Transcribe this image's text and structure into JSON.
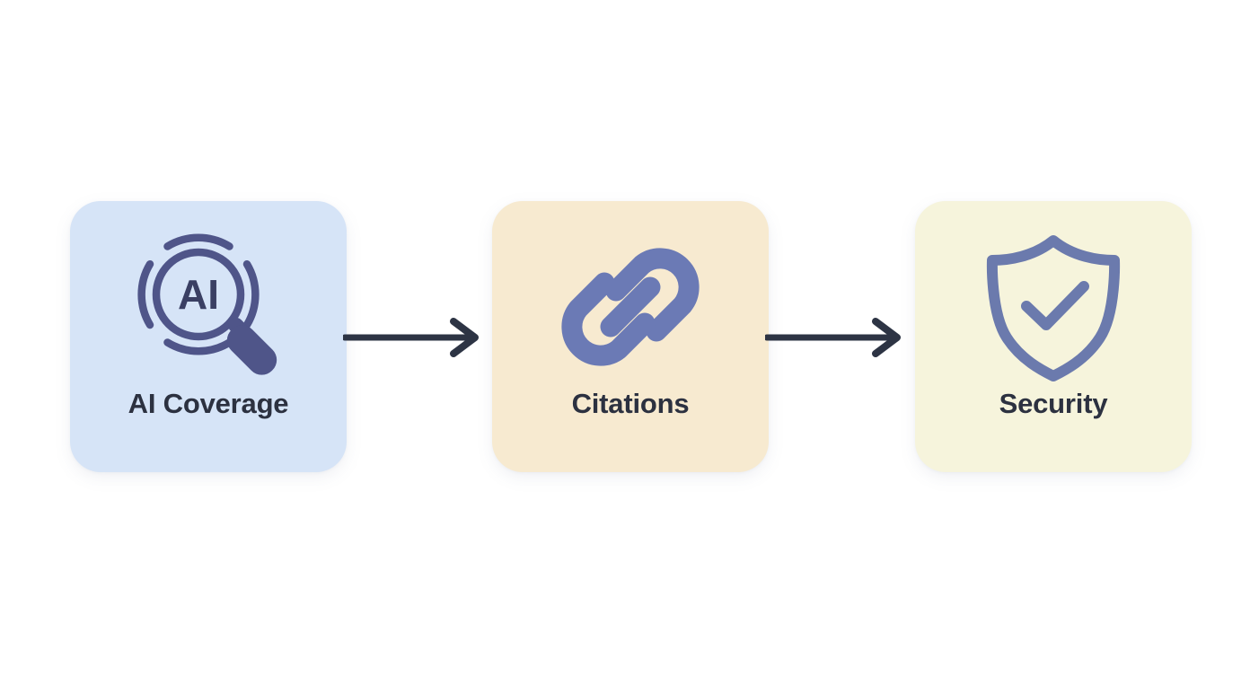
{
  "diagram": {
    "type": "process-flow",
    "orientation": "horizontal",
    "background_color": "#ffffff",
    "label_color": "#2c3140",
    "connector_color": "#2d3444",
    "steps": [
      {
        "id": "ai-coverage",
        "label": "AI Coverage",
        "icon": "ai-magnifier-icon",
        "card_color": "#d6e4f7",
        "icon_color": "#4f5589"
      },
      {
        "id": "citations",
        "label": "Citations",
        "icon": "link-chain-icon",
        "card_color": "#f7ead0",
        "icon_color": "#6b7ab5"
      },
      {
        "id": "security",
        "label": "Security",
        "icon": "shield-check-icon",
        "card_color": "#f6f4dc",
        "icon_color": "#6b7aad"
      }
    ],
    "connectors": [
      {
        "id": "connector-1",
        "from": "ai-coverage",
        "to": "citations",
        "glyph": "arrow-right-icon"
      },
      {
        "id": "connector-2",
        "from": "citations",
        "to": "security",
        "glyph": "arrow-right-icon"
      }
    ],
    "icon_text": {
      "ai_badge": "AI"
    }
  }
}
